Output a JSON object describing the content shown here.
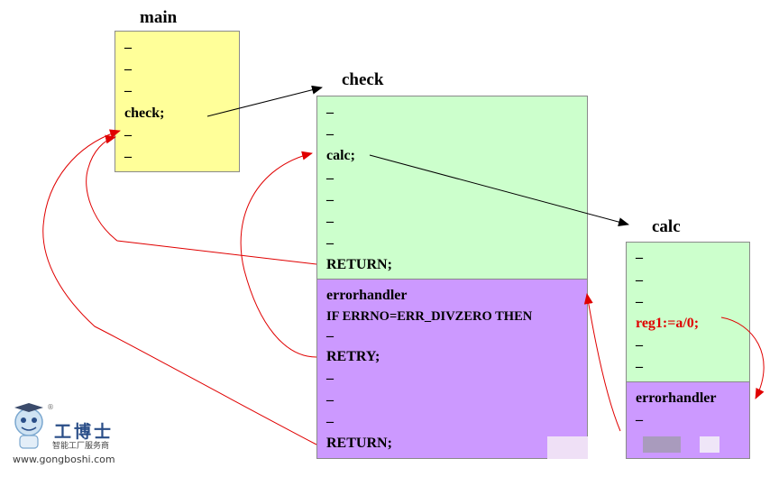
{
  "main": {
    "title": "main",
    "lines": [
      "–",
      "–",
      "–",
      "check;",
      "–",
      "–"
    ]
  },
  "check": {
    "title": "check",
    "lines": [
      "–",
      "–",
      "calc;",
      "–",
      "–",
      "–",
      "–",
      "RETURN;"
    ],
    "handler": {
      "lines": [
        "errorhandler",
        "IF ERRNO=ERR_DIVZERO THEN",
        "–",
        "RETRY;",
        "–",
        "–",
        "–",
        "RETURN;"
      ]
    }
  },
  "calc": {
    "title": "calc",
    "lines": [
      "–",
      "–",
      "–",
      "reg1:=a/0;",
      "–",
      "–"
    ],
    "handler": {
      "lines": [
        "errorhandler",
        "–"
      ]
    }
  },
  "colors": {
    "main_bg": "#ffff99",
    "routine_bg": "#ccffcc",
    "handler_bg": "#cc99ff",
    "call_arrow": "#000000",
    "error_arrow": "#e00000"
  },
  "watermark": {
    "name": "工博士",
    "tagline": "智能工厂服务商",
    "url": "www.gongboshi.com",
    "reg": "®"
  }
}
